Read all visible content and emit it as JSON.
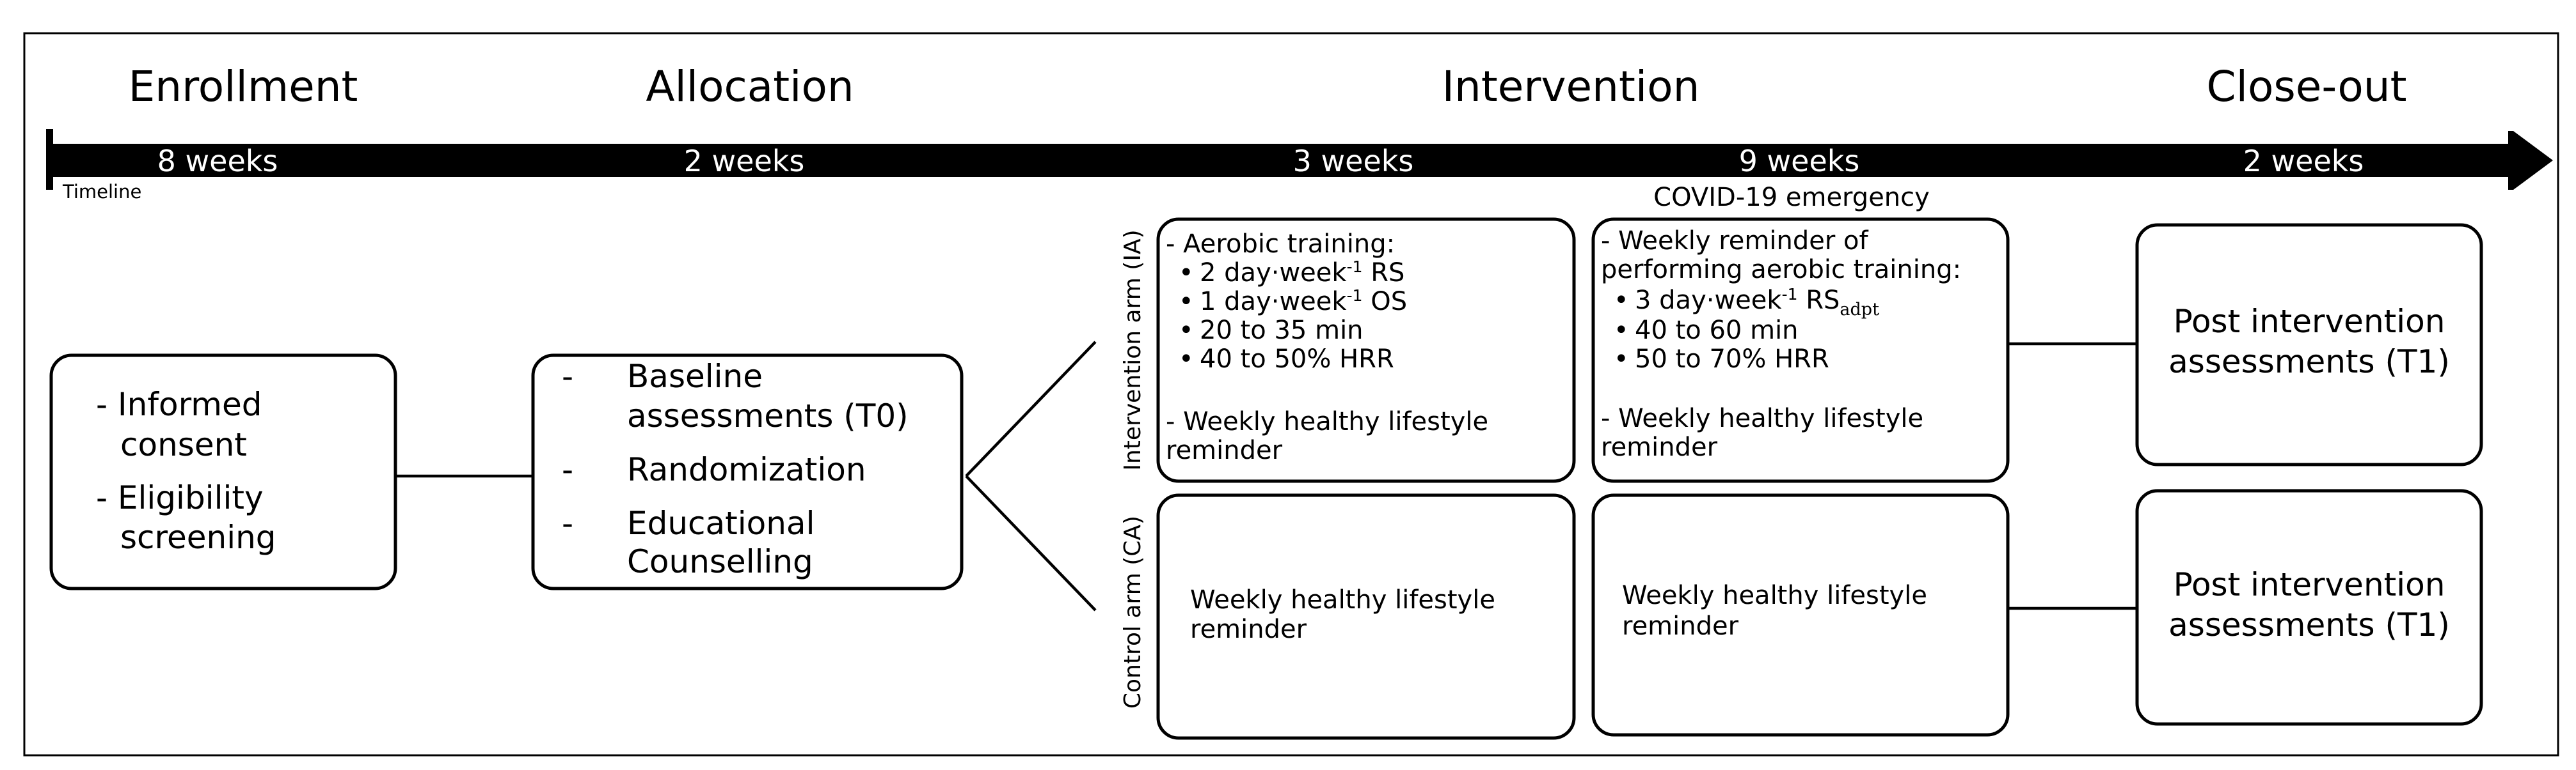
{
  "phases": {
    "enrollment": "Enrollment",
    "allocation": "Allocation",
    "intervention": "Intervention",
    "closeout": "Close-out"
  },
  "timeline": {
    "label": "Timeline",
    "durations": [
      "8 weeks",
      "2 weeks",
      "3 weeks",
      "9 weeks",
      "2 weeks"
    ],
    "covid": "COVID-19 emergency"
  },
  "enrollment_box": {
    "items": [
      "- Informed",
      "consent",
      "- Eligibility",
      "screening"
    ]
  },
  "allocation_box": {
    "bullet": "-",
    "items": [
      "Baseline",
      "assessments (T0)",
      "Randomization",
      "Educational",
      "Counselling"
    ]
  },
  "arms": {
    "intervention": "Intervention arm (IA)",
    "control": "Control arm (CA)"
  },
  "ia_first": {
    "heading": "- Aerobic training:",
    "bullets": [
      {
        "a": "2 day·week",
        "sup": "-1",
        "b": " RS"
      },
      {
        "a": "1 day·week",
        "sup": "-1",
        "b": " OS"
      },
      {
        "a": "20 to 35 min"
      },
      {
        "a": "40 to 50% HRR"
      }
    ],
    "footer": [
      "- Weekly healthy lifestyle",
      "reminder"
    ]
  },
  "ia_second": {
    "heading": [
      "- Weekly reminder of",
      "performing aerobic training:"
    ],
    "bullets": [
      {
        "a": "3 day·week",
        "sup": "-1",
        "b": " RS",
        "sub": "adpt"
      },
      {
        "a": "40 to 60 min"
      },
      {
        "a": "50 to 70% HRR"
      }
    ],
    "footer": [
      "- Weekly healthy lifestyle",
      "reminder"
    ]
  },
  "ca_first": {
    "lines": [
      "Weekly healthy lifestyle",
      "reminder"
    ]
  },
  "ca_second": {
    "lines": [
      "Weekly healthy lifestyle",
      "reminder"
    ]
  },
  "post_ia": {
    "lines": [
      "Post intervention",
      "assessments (T1)"
    ]
  },
  "post_ca": {
    "lines": [
      "Post intervention",
      "assessments (T1)"
    ]
  }
}
